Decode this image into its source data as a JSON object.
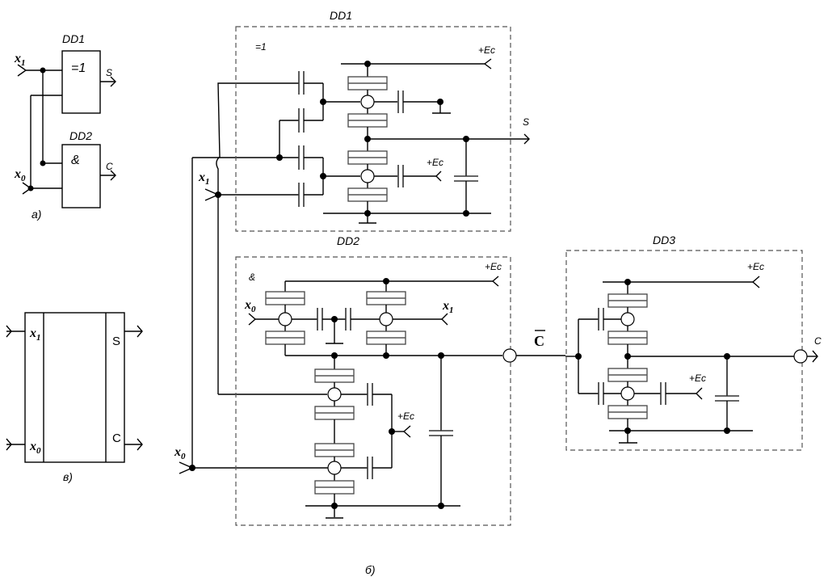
{
  "figure_a": {
    "caption": "а)",
    "gate1_name": "DD1",
    "gate1_symbol": "=1",
    "gate2_name": "DD2",
    "gate2_symbol": "&",
    "input1": "x",
    "input1_sub": "1",
    "input0": "x",
    "input0_sub": "0",
    "out_s": "S",
    "out_c": "C"
  },
  "figure_v": {
    "caption": "в)",
    "input1": "x",
    "input1_sub": "1",
    "input0": "x",
    "input0_sub": "0",
    "out_s": "S",
    "out_c": "C"
  },
  "figure_b": {
    "caption": "б)",
    "dd1": {
      "name": "DD1",
      "symbol": "=1",
      "supply": "+Ec",
      "supply2": "+Ec",
      "output": "S"
    },
    "dd2": {
      "name": "DD2",
      "symbol": "&",
      "supply": "+Ec",
      "supply2": "+Ec",
      "in_x0": "x",
      "in_x0_sub": "0",
      "in_x1": "x",
      "in_x1_sub": "1"
    },
    "dd3": {
      "name": "DD3",
      "supply": "+Ec",
      "supply2": "+Ec",
      "output": "C"
    },
    "mid_signal": "C",
    "ext_x1": "x",
    "ext_x1_sub": "1",
    "ext_x0": "x",
    "ext_x0_sub": "0"
  }
}
